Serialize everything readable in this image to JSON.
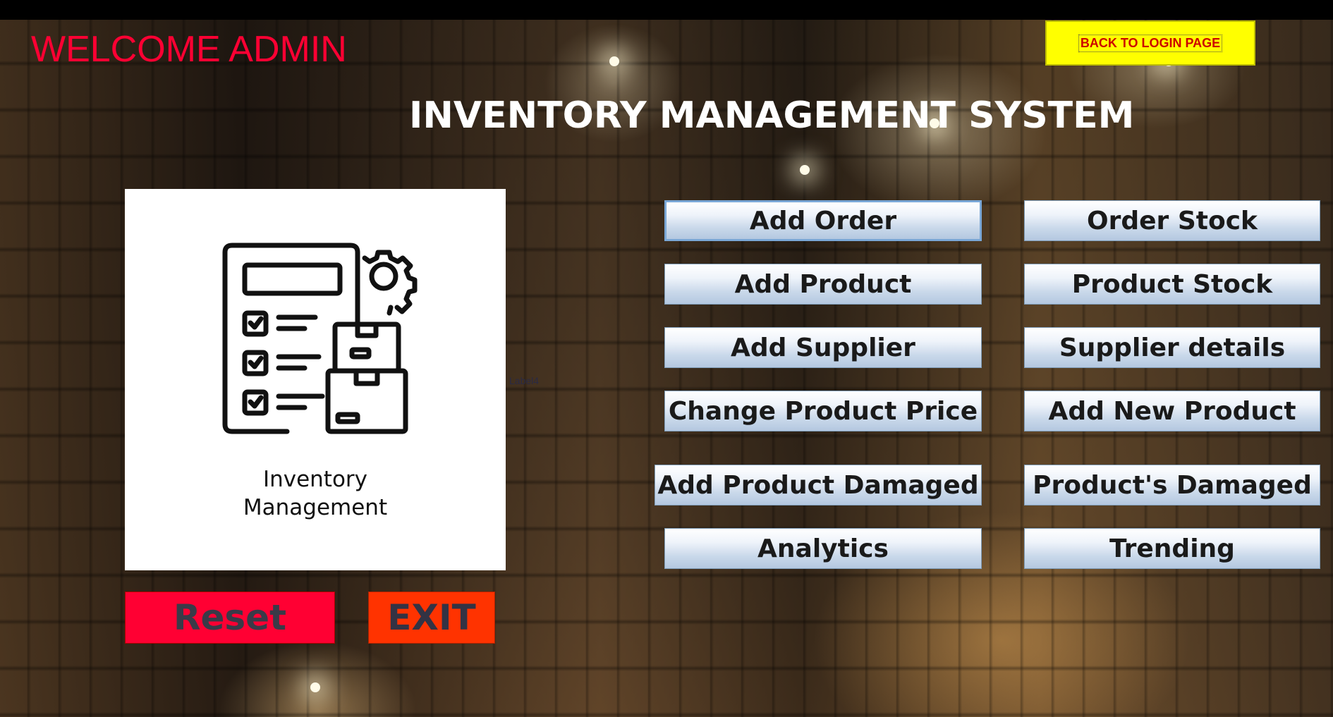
{
  "header": {
    "welcome_text": "WELCOME ADMIN",
    "back_button_label": "BACK TO LOGIN PAGE",
    "title": "INVENTORY MANAGEMENT SYSTEM"
  },
  "logo_card": {
    "icon": "inventory-checklist-icon",
    "caption_line1": "Inventory",
    "caption_line2": "Management",
    "stray_label": "Label4"
  },
  "menu": {
    "left": [
      {
        "label": "Add Order"
      },
      {
        "label": "Add Product"
      },
      {
        "label": "Add Supplier"
      },
      {
        "label": "Change Product Price"
      },
      {
        "label": "Add Product Damaged"
      },
      {
        "label": "Analytics"
      }
    ],
    "right": [
      {
        "label": "Order Stock"
      },
      {
        "label": "Product Stock"
      },
      {
        "label": "Supplier details"
      },
      {
        "label": "Add New Product"
      },
      {
        "label": "Product's Damaged"
      },
      {
        "label": "Trending"
      }
    ]
  },
  "actions": {
    "reset_label": "Reset",
    "exit_label": "EXIT"
  },
  "colors": {
    "welcome": "#ff0033",
    "back_button_bg": "#ffff00",
    "reset_bg": "#ff0033",
    "exit_bg": "#ff3300"
  }
}
